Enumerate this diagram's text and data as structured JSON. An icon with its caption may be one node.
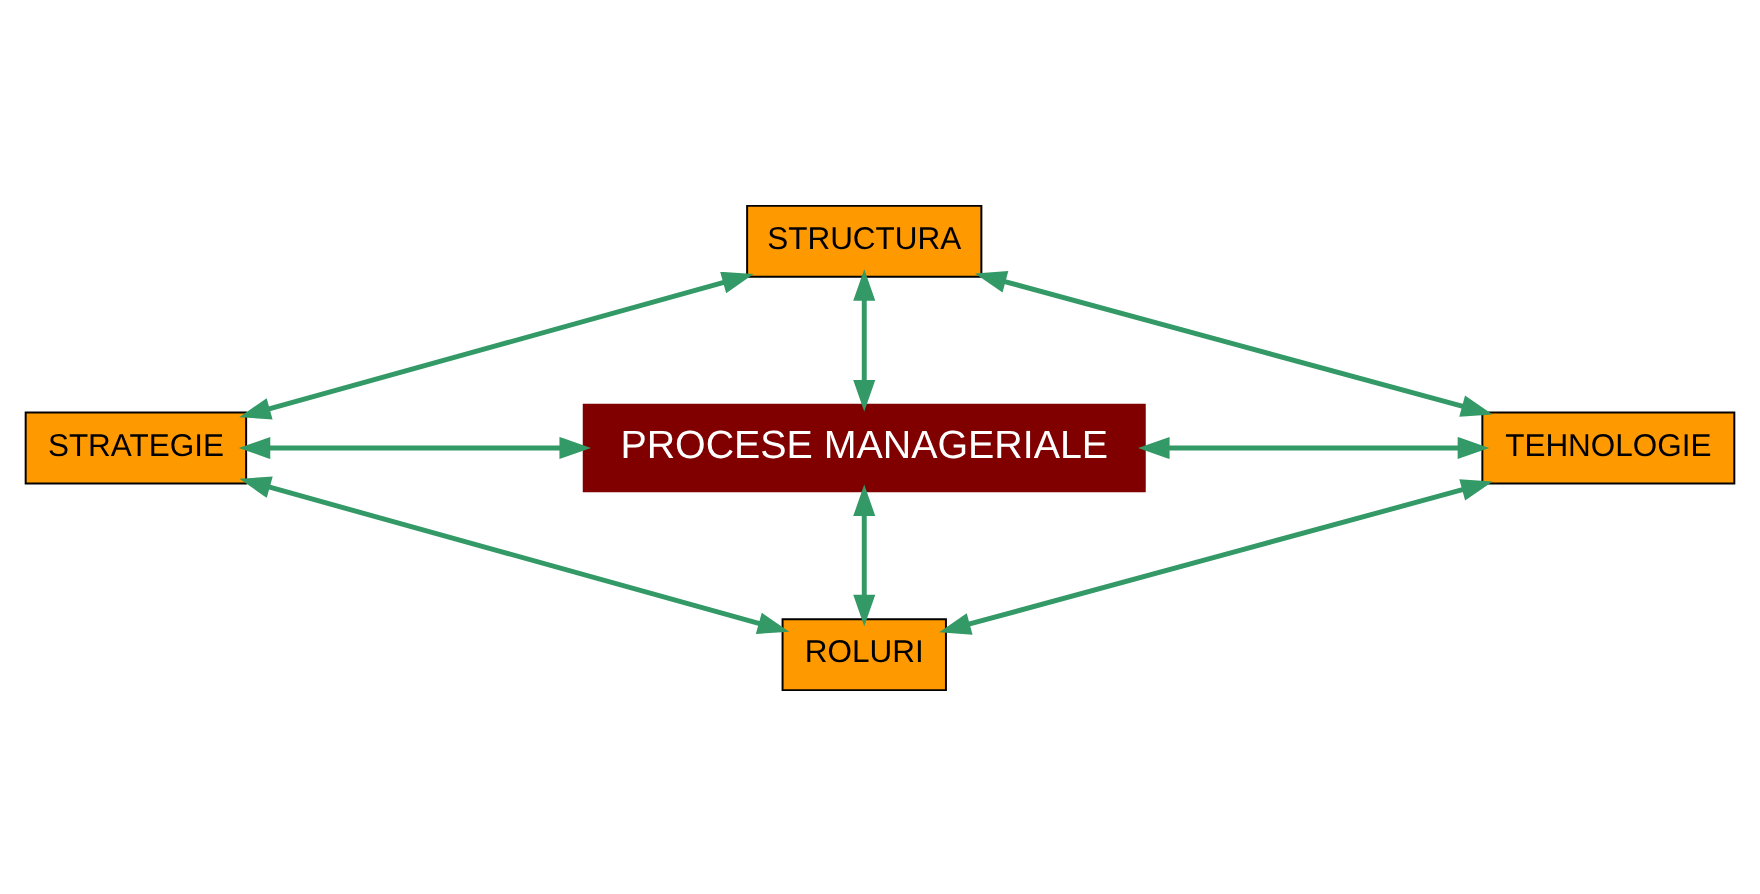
{
  "diagram": {
    "nodes": [
      {
        "text": [
          "STRUCTURA"
        ]
      },
      {
        "text": [
          "STRATEGIE"
        ]
      },
      {
        "text": [
          "PROCESE MANAGERIALE"
        ]
      },
      {
        "text": [
          "TEHNOLOGIE"
        ]
      },
      {
        "text": [
          "ROLURI"
        ]
      }
    ],
    "edges": [
      {
        "from": 0,
        "to": 1,
        "arrow": "both"
      },
      {
        "from": 0,
        "to": 2,
        "arrow": "both"
      },
      {
        "from": 0,
        "to": 3,
        "arrow": "both"
      },
      {
        "from": 1,
        "to": 2,
        "arrow": "both"
      },
      {
        "from": 2,
        "to": 3,
        "arrow": "both"
      },
      {
        "from": 2,
        "to": 4,
        "arrow": "both"
      },
      {
        "from": 1,
        "to": 4,
        "arrow": "both"
      },
      {
        "from": 3,
        "to": 4,
        "arrow": "both"
      }
    ]
  }
}
